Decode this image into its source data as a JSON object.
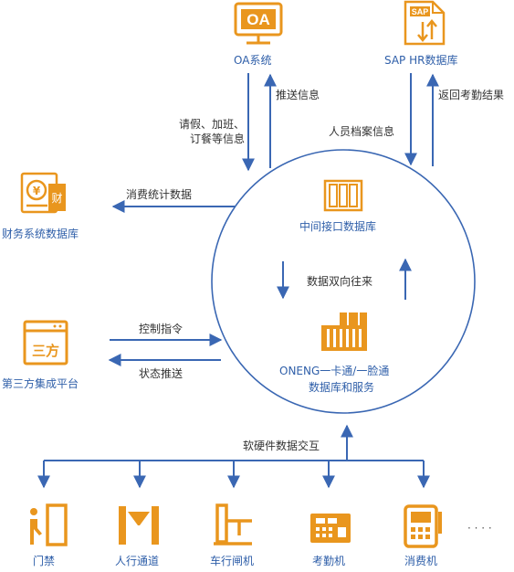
{
  "nodes": {
    "oa": "OA系统",
    "oa_icon_text": "OA",
    "sap": "SAP HR数据库",
    "sap_icon_text": "SAP",
    "finance": "财务系统数据库",
    "finance_icon_text": "财",
    "third_party": "第三方集成平台",
    "third_party_icon_text": "三方",
    "middle_db": "中间接口数据库",
    "oneng_line1": "ONENG一卡通/一脸通",
    "oneng_line2": "数据库和服务"
  },
  "edges": {
    "push_info": "推送信息",
    "leave_request": "请假、加班、\n订餐等信息",
    "personnel_archive": "人员档案信息",
    "return_attendance": "返回考勤结果",
    "consumption_stats": "消费统计数据",
    "control_command": "控制指令",
    "status_push": "状态推送",
    "bidirectional": "数据双向往来",
    "hw_sw_exchange": "软硬件数据交互"
  },
  "devices": [
    {
      "label": "门禁",
      "icon": "door-access-icon"
    },
    {
      "label": "人行通道",
      "icon": "pedestrian-gate-icon"
    },
    {
      "label": "车行闸机",
      "icon": "vehicle-barrier-icon"
    },
    {
      "label": "考勤机",
      "icon": "attendance-machine-icon"
    },
    {
      "label": "消费机",
      "icon": "pos-terminal-icon"
    }
  ],
  "more": "· · · ·",
  "colors": {
    "accent": "#e9961e",
    "line": "#3a67b3",
    "text_blue": "#2f5fa9"
  }
}
